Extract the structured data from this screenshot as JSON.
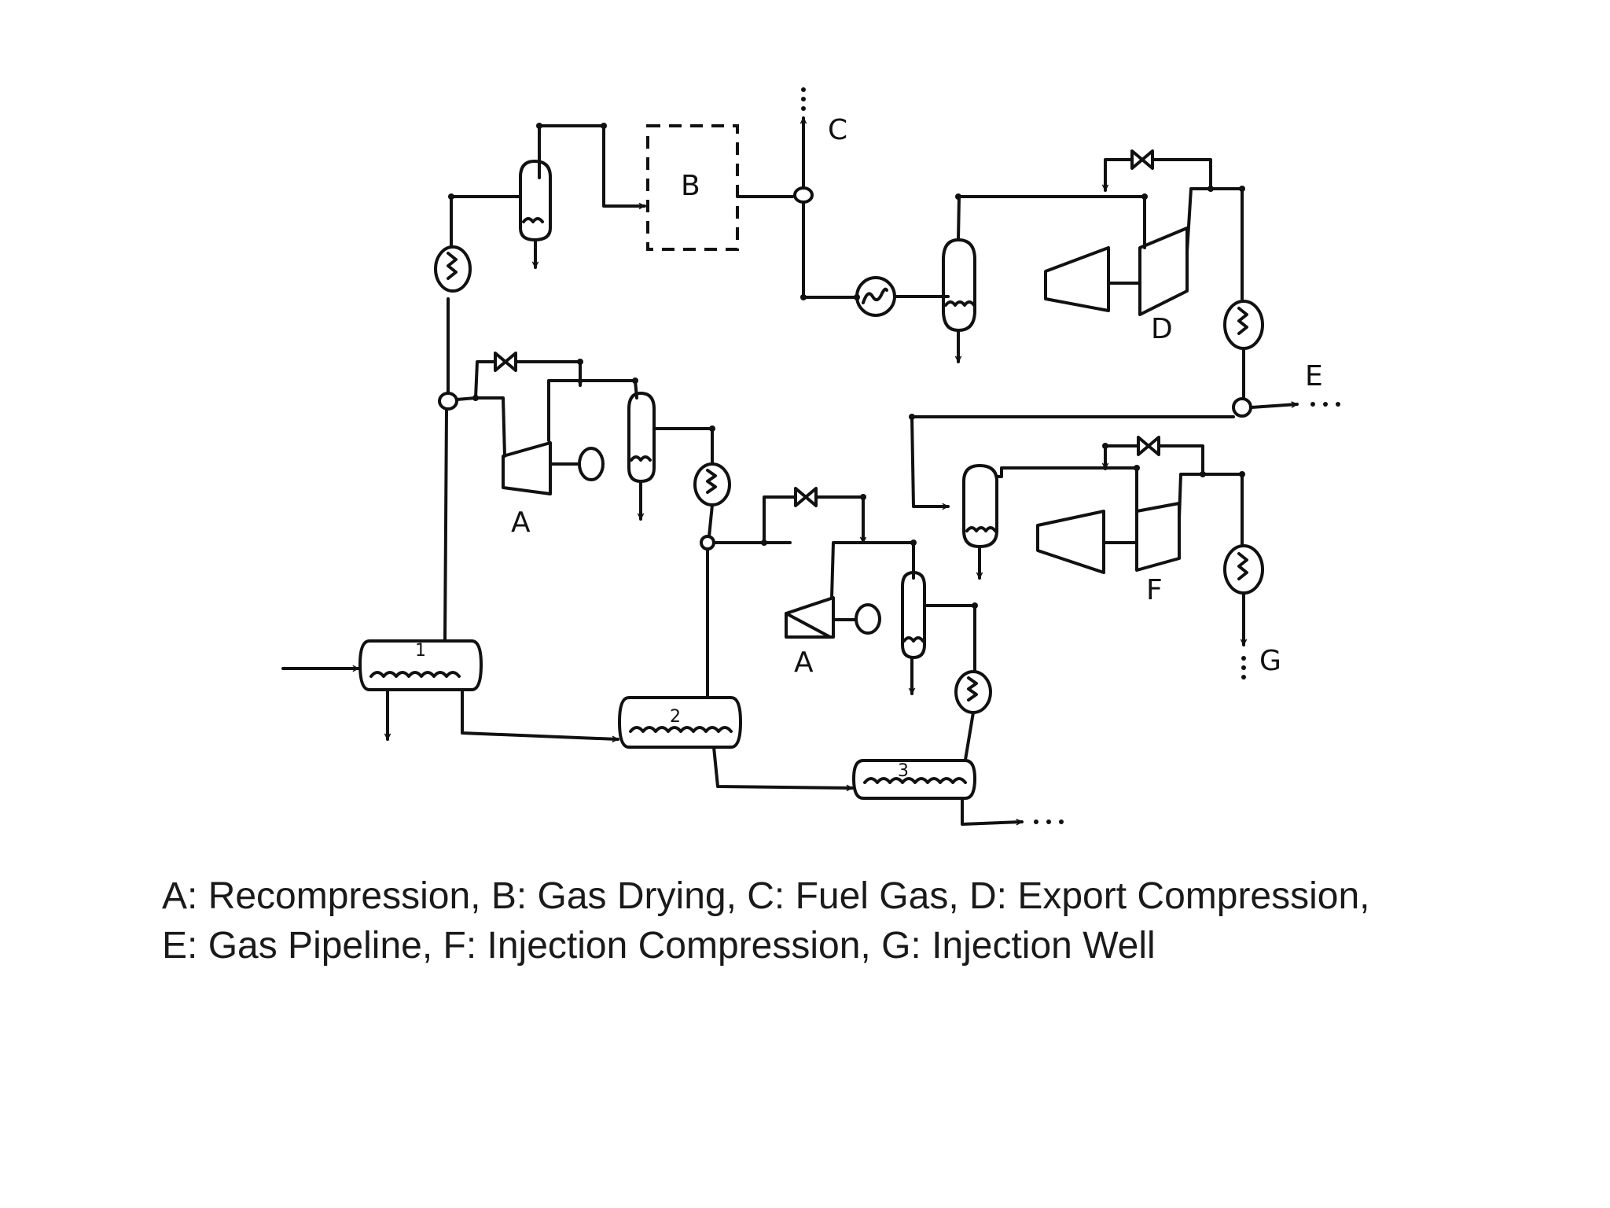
{
  "diagram": {
    "labels": {
      "a1": "A",
      "a2": "A",
      "b": "B",
      "c": "C",
      "d": "D",
      "e": "E",
      "f": "F",
      "g": "G"
    },
    "separators": {
      "s1": "1",
      "s2": "2",
      "s3": "3"
    }
  },
  "legend": {
    "line1": "A: Recompression, B: Gas Drying, C: Fuel Gas, D: Export Compression,",
    "line2": "E: Gas Pipeline, F: Injection Compression, G: Injection Well"
  }
}
